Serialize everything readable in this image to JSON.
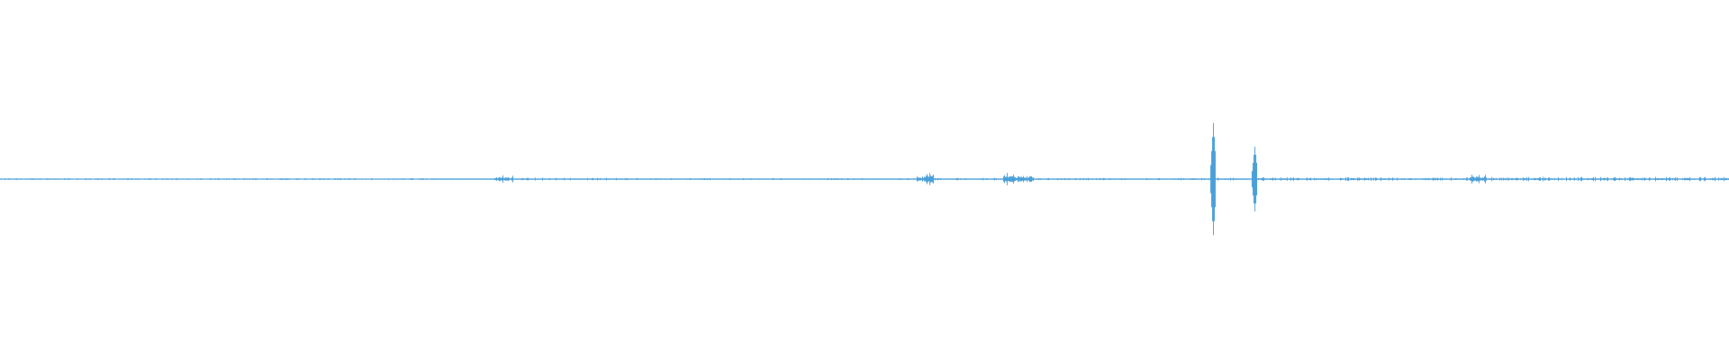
{
  "waveform": {
    "color": "#4a9fd8",
    "background": "#ffffff",
    "segments": [
      {
        "start": 0.0,
        "end": 0.25,
        "peak": 0.012,
        "density": "sparse"
      },
      {
        "start": 0.25,
        "end": 0.286,
        "peak": 0.01,
        "density": "dense"
      },
      {
        "start": 0.286,
        "end": 0.297,
        "peak": 0.055,
        "density": "dense"
      },
      {
        "start": 0.297,
        "end": 0.36,
        "peak": 0.02,
        "density": "dense"
      },
      {
        "start": 0.36,
        "end": 0.53,
        "peak": 0.014,
        "density": "dense"
      },
      {
        "start": 0.53,
        "end": 0.54,
        "peak": 0.1,
        "density": "dense"
      },
      {
        "start": 0.54,
        "end": 0.58,
        "peak": 0.018,
        "density": "dense"
      },
      {
        "start": 0.58,
        "end": 0.598,
        "peak": 0.09,
        "density": "dense"
      },
      {
        "start": 0.598,
        "end": 0.7,
        "peak": 0.016,
        "density": "dense"
      },
      {
        "start": 0.7,
        "end": 0.703,
        "peak": 0.78,
        "density": "spike"
      },
      {
        "start": 0.703,
        "end": 0.724,
        "peak": 0.02,
        "density": "dense"
      },
      {
        "start": 0.724,
        "end": 0.727,
        "peak": 0.45,
        "density": "spike"
      },
      {
        "start": 0.727,
        "end": 0.85,
        "peak": 0.025,
        "density": "dense"
      },
      {
        "start": 0.85,
        "end": 0.86,
        "peak": 0.07,
        "density": "dense"
      },
      {
        "start": 0.86,
        "end": 1.0,
        "peak": 0.03,
        "density": "dense"
      }
    ]
  }
}
